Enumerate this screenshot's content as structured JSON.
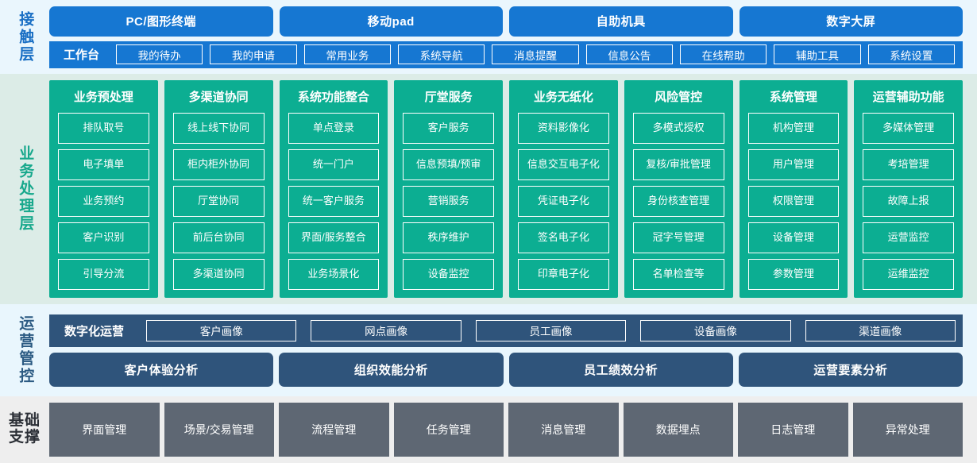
{
  "layers": {
    "contact": {
      "label": "接触层",
      "channels": [
        {
          "label": "PC/图形终端"
        },
        {
          "label": "移动pad"
        },
        {
          "label": "自助机具"
        },
        {
          "label": "数字大屏"
        }
      ],
      "workbench_title": "工作台",
      "workbench_items": [
        {
          "label": "我的待办"
        },
        {
          "label": "我的申请"
        },
        {
          "label": "常用业务"
        },
        {
          "label": "系统导航"
        },
        {
          "label": "消息提醒"
        },
        {
          "label": "信息公告"
        },
        {
          "label": "在线帮助"
        },
        {
          "label": "辅助工具"
        },
        {
          "label": "系统设置"
        }
      ]
    },
    "business": {
      "label": "业务处理层",
      "columns": [
        {
          "title": "业务预处理",
          "items": [
            {
              "label": "排队取号"
            },
            {
              "label": "电子填单"
            },
            {
              "label": "业务预约"
            },
            {
              "label": "客户识别"
            },
            {
              "label": "引导分流"
            }
          ]
        },
        {
          "title": "多渠道协同",
          "items": [
            {
              "label": "线上线下协同"
            },
            {
              "label": "柜内柜外协同"
            },
            {
              "label": "厅堂协同"
            },
            {
              "label": "前后台协同"
            },
            {
              "label": "多渠道协同"
            }
          ]
        },
        {
          "title": "系统功能整合",
          "items": [
            {
              "label": "单点登录"
            },
            {
              "label": "统一门户"
            },
            {
              "label": "统一客户服务"
            },
            {
              "label": "界面/服务整合"
            },
            {
              "label": "业务场景化"
            }
          ]
        },
        {
          "title": "厅堂服务",
          "items": [
            {
              "label": "客户服务"
            },
            {
              "label": "信息预填/预审",
              "wrap": true
            },
            {
              "label": "营销服务"
            },
            {
              "label": "秩序维护"
            },
            {
              "label": "设备监控"
            }
          ]
        },
        {
          "title": "业务无纸化",
          "items": [
            {
              "label": "资料影像化"
            },
            {
              "label": "信息交互电子化"
            },
            {
              "label": "凭证电子化"
            },
            {
              "label": "签名电子化"
            },
            {
              "label": "印章电子化"
            }
          ]
        },
        {
          "title": "风险管控",
          "items": [
            {
              "label": "多模式授权"
            },
            {
              "label": "复核/审批管理"
            },
            {
              "label": "身份核查管理"
            },
            {
              "label": "冠字号管理"
            },
            {
              "label": "名单检查等"
            }
          ]
        },
        {
          "title": "系统管理",
          "items": [
            {
              "label": "机构管理"
            },
            {
              "label": "用户管理"
            },
            {
              "label": "权限管理"
            },
            {
              "label": "设备管理"
            },
            {
              "label": "参数管理"
            }
          ]
        },
        {
          "title": "运营辅助功能",
          "items": [
            {
              "label": "多媒体管理"
            },
            {
              "label": "考培管理"
            },
            {
              "label": "故障上报"
            },
            {
              "label": "运营监控"
            },
            {
              "label": "运维监控"
            }
          ]
        }
      ]
    },
    "operations": {
      "label": "运营管控",
      "portrait_title": "数字化运营",
      "portrait_items": [
        {
          "label": "客户画像"
        },
        {
          "label": "网点画像"
        },
        {
          "label": "员工画像"
        },
        {
          "label": "设备画像"
        },
        {
          "label": "渠道画像"
        }
      ],
      "analysis_items": [
        {
          "label": "客户体验分析"
        },
        {
          "label": "组织效能分析"
        },
        {
          "label": "员工绩效分析"
        },
        {
          "label": "运营要素分析"
        }
      ]
    },
    "foundation": {
      "label": "基础支撑",
      "label_line1": "基础",
      "label_line2": "支撑",
      "items": [
        {
          "label": "界面管理"
        },
        {
          "label": "场景/交易管理"
        },
        {
          "label": "流程管理"
        },
        {
          "label": "任务管理"
        },
        {
          "label": "消息管理"
        },
        {
          "label": "数据埋点"
        },
        {
          "label": "日志管理"
        },
        {
          "label": "异常处理"
        }
      ]
    }
  },
  "colors": {
    "contact_accent": "#1677d2",
    "contact_bg": "#eaf6fd",
    "business_accent": "#0cae92",
    "business_bg": "#dcece7",
    "operations_accent": "#2f547b",
    "operations_bg": "#e9f6fd",
    "foundation_accent": "#5e6773",
    "foundation_bg": "#eeeeee"
  }
}
